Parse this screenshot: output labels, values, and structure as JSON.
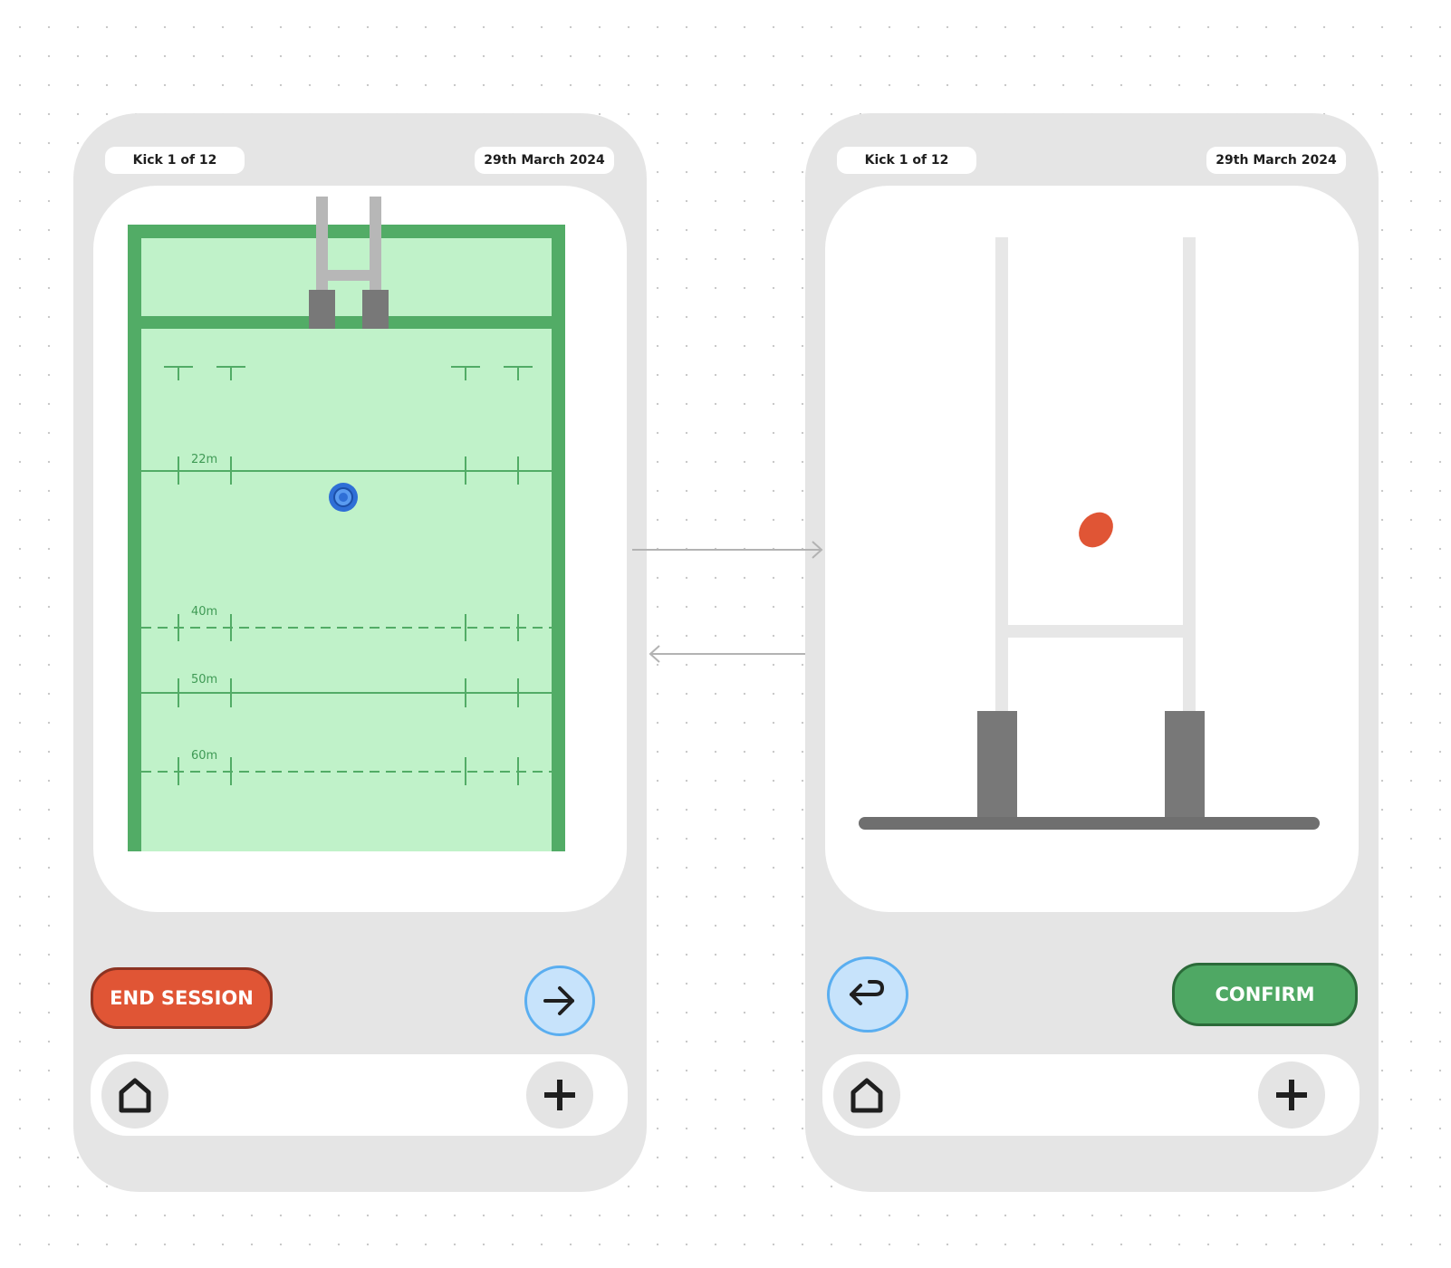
{
  "screens": [
    {
      "kick_counter": "Kick 1 of 12",
      "date": "29th March 2024",
      "pitch": {
        "line_labels": [
          "22m",
          "40m",
          "50m",
          "60m"
        ],
        "kick_marker_icon": "target-marker-icon"
      },
      "actions": {
        "end_session_label": "END SESSION",
        "next_icon": "arrow-right-icon"
      },
      "nav": {
        "home_icon": "home-icon",
        "add_icon": "plus-icon"
      }
    },
    {
      "kick_counter": "Kick 1 of 12",
      "date": "29th March 2024",
      "goal_view": {
        "ball_icon": "rugby-ball-icon"
      },
      "actions": {
        "back_icon": "return-arrow-icon",
        "confirm_label": "CONFIRM"
      },
      "nav": {
        "home_icon": "home-icon",
        "add_icon": "plus-icon"
      }
    }
  ],
  "colors": {
    "pitch_fill": "#c0f2c9",
    "pitch_line": "#52ac66",
    "end_session": "#e05535",
    "confirm": "#4fa864",
    "round_button": "#c7e3fb",
    "marker": "#2f6fd6",
    "ball": "#e05535"
  }
}
